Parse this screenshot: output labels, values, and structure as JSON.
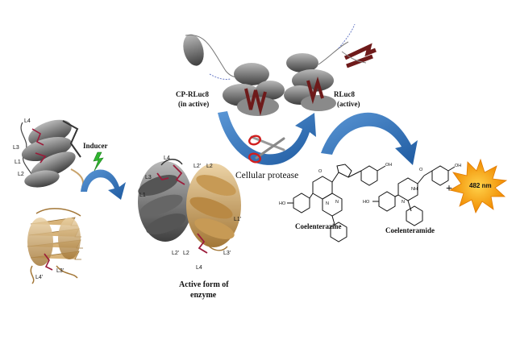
{
  "labels": {
    "inducer": "Inducer",
    "cp_rluc8_line1": "CP-RLuc8",
    "cp_rluc8_line2": "(in active)",
    "rluc8_line1": "RLuc8",
    "rluc8_line2": "(active)",
    "cellular_protease": "Cellular protease",
    "active_form_line1": "Active form of",
    "active_form_line2": "enzyme",
    "coelenterazine": "Coelenterazine",
    "coelenteramide": "Coelenteramide",
    "plus": "+",
    "emission": "482 nm"
  },
  "loop_labels": {
    "monomer_top": [
      "L4",
      "L3",
      "L1",
      "L2"
    ],
    "monomer_bottom": [
      "L3'",
      "L4'"
    ],
    "dimer": [
      "L4",
      "L2'",
      "L2",
      "L3",
      "L1",
      "L1'",
      "L2'",
      "L2",
      "L3'",
      "L4"
    ]
  },
  "colors": {
    "gray_subunit": "#6f6f6f",
    "gold_subunit": "#c9a46c",
    "arrow_blue": "#2f6fb5",
    "ligand_red": "#9b1b3a",
    "inducer_green": "#2fb52f",
    "burst_orange": "#f5a010",
    "beta_sheet": "#6e1a1a"
  },
  "icons": [
    "scissors-icon",
    "lightning-icon",
    "sun-burst-icon"
  ]
}
